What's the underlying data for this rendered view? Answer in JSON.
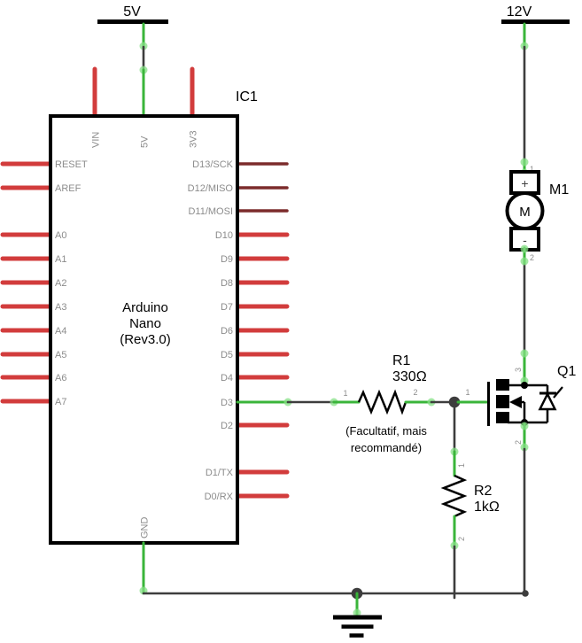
{
  "power_5v": {
    "label": "5V"
  },
  "power_12v": {
    "label": "12V"
  },
  "ic1": {
    "ref": "IC1",
    "body_lines": [
      "Arduino",
      "Nano",
      "(Rev3.0)"
    ],
    "top_pins": [
      "VIN",
      "5V",
      "3V3"
    ],
    "left_pins": [
      "RESET",
      "AREF",
      "A0",
      "A1",
      "A2",
      "A3",
      "A4",
      "A5",
      "A6",
      "A7"
    ],
    "right_pins": [
      "D13/SCK",
      "D12/MISO",
      "D11/MOSI",
      "D10",
      "D9",
      "D8",
      "D7",
      "D6",
      "D5",
      "D4",
      "D3",
      "D2",
      "D1/TX",
      "D0/RX"
    ],
    "bottom_pin": "GND"
  },
  "r1": {
    "ref": "R1",
    "value": "330Ω",
    "pin1": "1",
    "pin2": "2",
    "note_line1": "(Facultatif, mais",
    "note_line2": "recommandé)"
  },
  "r2": {
    "ref": "R2",
    "value": "1kΩ",
    "pin1": "1",
    "pin2": "2"
  },
  "q1": {
    "ref": "Q1",
    "gate_pin": "1",
    "drain_pin": "3",
    "source_pin": "2"
  },
  "m1": {
    "ref": "M1",
    "pin1": "1",
    "pin2": "2",
    "positive": "+",
    "negative": "-",
    "label": "M"
  },
  "colors": {
    "green": "#3ab53a",
    "glow": "#86e086",
    "dark": "#3d3d3d",
    "red": "#d23c3c",
    "darkred": "#7c2b2b",
    "gray": "#8c8c8c"
  }
}
